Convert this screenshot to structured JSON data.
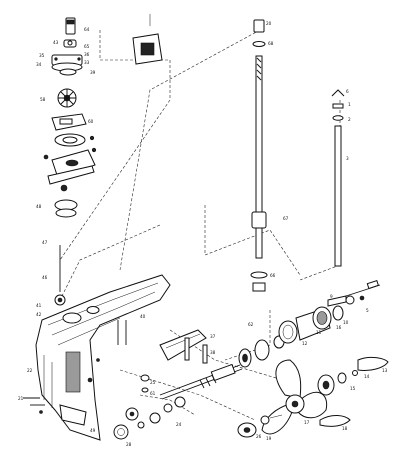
{
  "diagram": {
    "callouts": {
      "n64": "64",
      "n43": "43",
      "n65": "65",
      "n35": "35",
      "n36": "36",
      "n34": "34",
      "n33": "33",
      "n39": "39",
      "n58": "58",
      "n60": "60",
      "n20": "20",
      "n6": "6",
      "n1": "1",
      "n2": "2",
      "n68": "68",
      "n67": "67",
      "n3": "3",
      "n66": "66",
      "n48": "48",
      "n47": "47",
      "n46": "46",
      "n41": "41",
      "n42": "42",
      "n40": "40",
      "n22": "22",
      "n21": "21",
      "n37": "37",
      "n38": "38",
      "n62": "62",
      "n25": "25",
      "n61": "61",
      "n28": "28",
      "n24": "24",
      "n26": "26",
      "n19": "19",
      "n11": "11",
      "n16": "16",
      "n10": "10",
      "n12": "12",
      "n9": "9",
      "n5": "5",
      "n14": "14",
      "n15": "15",
      "n13": "13",
      "n17": "17",
      "n18": "18",
      "n49": "49"
    }
  }
}
